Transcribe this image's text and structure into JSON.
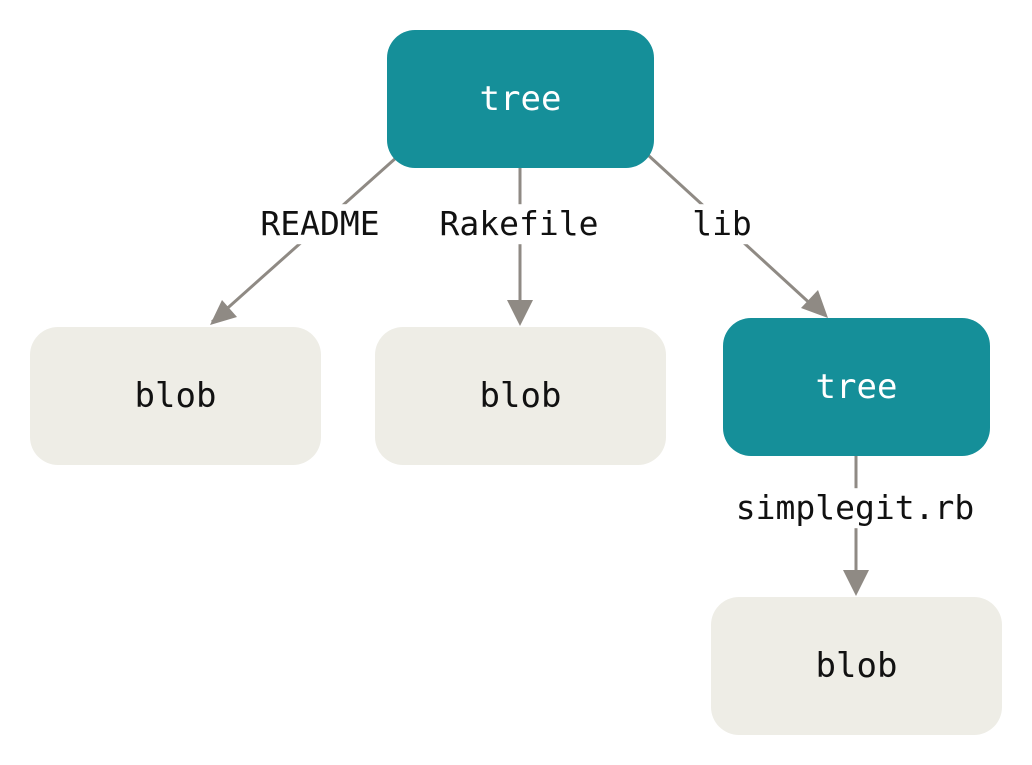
{
  "diagram": {
    "colors": {
      "tree_fill": "#158f99",
      "tree_text": "#ffffff",
      "blob_fill": "#eeede6",
      "blob_text": "#111111",
      "edge": "#8f8a84",
      "label_text": "#111111"
    },
    "nodes": {
      "root_tree": {
        "kind": "tree",
        "label": "tree"
      },
      "readme_blob": {
        "kind": "blob",
        "label": "blob"
      },
      "rakefile_blob": {
        "kind": "blob",
        "label": "blob"
      },
      "lib_tree": {
        "kind": "tree",
        "label": "tree"
      },
      "simplegit_blob": {
        "kind": "blob",
        "label": "blob"
      }
    },
    "edges": [
      {
        "from": "root_tree",
        "to": "readme_blob",
        "label": "README"
      },
      {
        "from": "root_tree",
        "to": "rakefile_blob",
        "label": "Rakefile"
      },
      {
        "from": "root_tree",
        "to": "lib_tree",
        "label": "lib"
      },
      {
        "from": "lib_tree",
        "to": "simplegit_blob",
        "label": "simplegit.rb"
      }
    ]
  }
}
